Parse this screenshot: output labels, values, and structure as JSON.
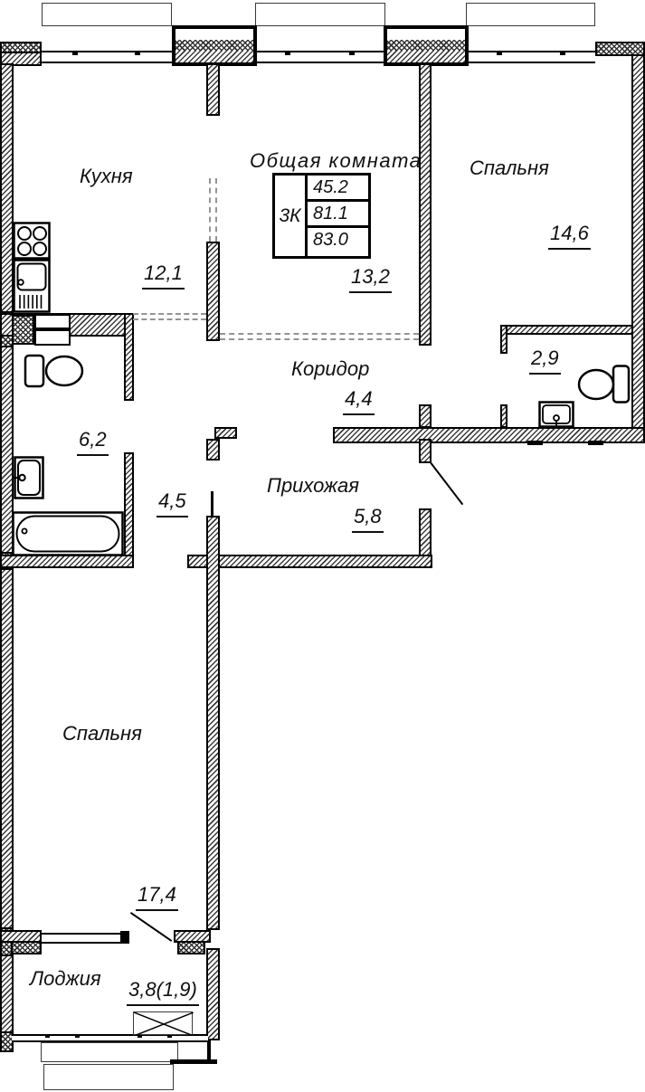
{
  "plan": {
    "legend": {
      "type": "3К",
      "values": [
        "45.2",
        "81.1",
        "83.0"
      ]
    },
    "rooms": {
      "kitchen": {
        "name": "Кухня",
        "area": "12,1"
      },
      "living": {
        "name": "Общая комната",
        "area": "13,2"
      },
      "bedroom_top": {
        "name": "Спальня",
        "area": "14,6"
      },
      "wc": {
        "area": "2,9"
      },
      "corridor": {
        "name": "Коридор",
        "area": "4,4"
      },
      "bathroom": {
        "area": "6,2"
      },
      "hall": {
        "area": "4,5"
      },
      "entry": {
        "name": "Прихожая",
        "area": "5,8"
      },
      "bedroom_bottom": {
        "name": "Спальня",
        "area": "17,4"
      },
      "loggia": {
        "name": "Лоджия",
        "area": "3,8(1,9)"
      }
    }
  }
}
